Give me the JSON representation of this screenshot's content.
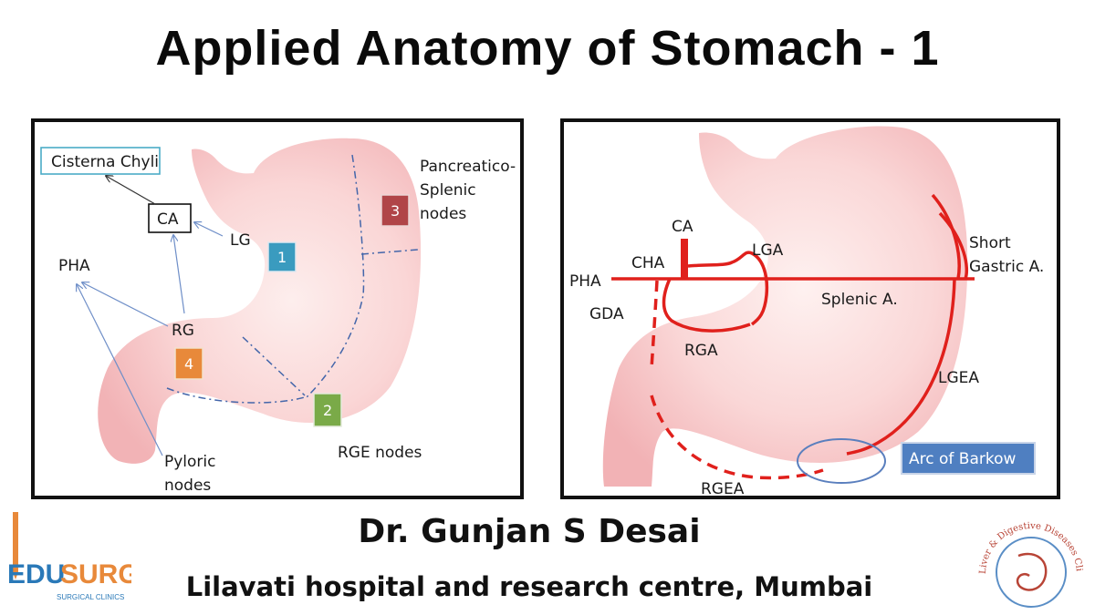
{
  "title": "Applied Anatomy of Stomach - 1",
  "left_diagram": {
    "labels": {
      "cisterna": "Cisterna Chyli",
      "ca": "CA",
      "lg": "LG",
      "pha": "PHA",
      "rg": "RG",
      "pancreatico_1": "Pancreatico-",
      "pancreatico_2": "Splenic",
      "pancreatico_3": "nodes",
      "rge": "RGE nodes",
      "pyloric_1": "Pyloric",
      "pyloric_2": "nodes"
    },
    "stations": [
      {
        "number": "1",
        "color": "#3a9bbf"
      },
      {
        "number": "2",
        "color": "#7aaa48"
      },
      {
        "number": "3",
        "color": "#b04548"
      },
      {
        "number": "4",
        "color": "#e8893a"
      }
    ]
  },
  "right_diagram": {
    "labels": {
      "ca": "CA",
      "cha": "CHA",
      "lga": "LGA",
      "pha": "PHA",
      "gda": "GDA",
      "rga": "RGA",
      "splenic": "Splenic A.",
      "short_1": "Short",
      "short_2": "Gastric A.",
      "lgea": "LGEA",
      "rgea": "RGEA",
      "arc": "Arc of Barkow"
    },
    "colors": {
      "artery": "#e0201c",
      "arc_box": "#4f7fc1"
    }
  },
  "author": {
    "name": "Dr. Gunjan S Desai",
    "affiliation": "Lilavati hospital and research centre, Mumbai"
  },
  "logos": {
    "edusurg_1": "EDU",
    "edusurg_2": "SURG",
    "edusurg_sub": "SURGICAL CLINICS",
    "clinic": "Liver & Digestive Diseases Clinic"
  }
}
